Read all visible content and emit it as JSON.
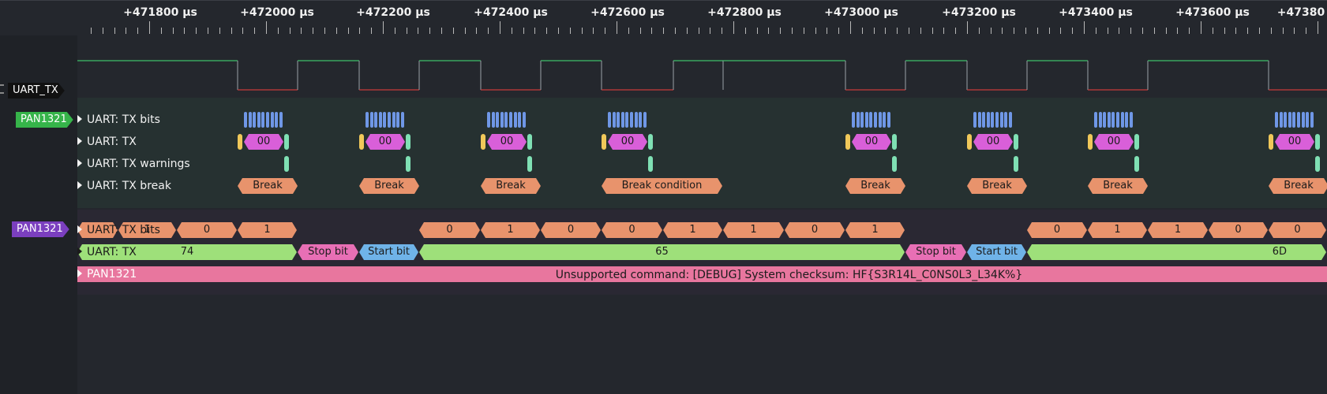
{
  "ruler": {
    "ticks": [
      "+471800 µs",
      "+472000 µs",
      "+472200 µs",
      "+472400 µs",
      "+472600 µs",
      "+472800 µs",
      "+473000 µs",
      "+473200 µs",
      "+473400 µs",
      "+473600 µs",
      "+47380"
    ]
  },
  "channels": {
    "uart_tx": {
      "label": "UART_TX"
    },
    "pan1321_a": {
      "label": "PAN1321",
      "color": "#36b44a"
    },
    "pan1321_b": {
      "label": "PAN1321",
      "color": "#7b3fbf"
    }
  },
  "decoder1": {
    "rows": [
      "UART: TX bits",
      "UART: TX",
      "UART: TX warnings",
      "UART: TX break"
    ],
    "tx_values": [
      "00",
      "00",
      "00",
      "00",
      "00",
      "00",
      "00",
      "00"
    ],
    "breaks": [
      "Break",
      "Break",
      "Break",
      "Break condition",
      "Break",
      "Break",
      "Break",
      "Break"
    ]
  },
  "decoder2": {
    "rows": [
      "UART: TX bits",
      "UART: TX",
      "PAN1321"
    ],
    "bits": [
      "1",
      "1",
      "0",
      "1",
      "0",
      "1",
      "0",
      "0",
      "1",
      "1",
      "0",
      "1",
      "0",
      "1",
      "1",
      "0"
    ],
    "tx": [
      "74",
      "Stop bit",
      "Start bit",
      "65",
      "Stop bit",
      "Start bit",
      "6D"
    ],
    "message": "Unsupported command: [DEBUG] System checksum: HF{S3R14L_C0NS0L3_L34K%}"
  },
  "colors": {
    "accent_green": "#36b44a",
    "bits_orange": "#e8936c",
    "tx_green": "#9ee07a",
    "stop_pink": "#e86fb5",
    "start_blue": "#6fb3e8",
    "msg_pink": "#e8769e",
    "hex_magenta": "#d95fd9"
  }
}
